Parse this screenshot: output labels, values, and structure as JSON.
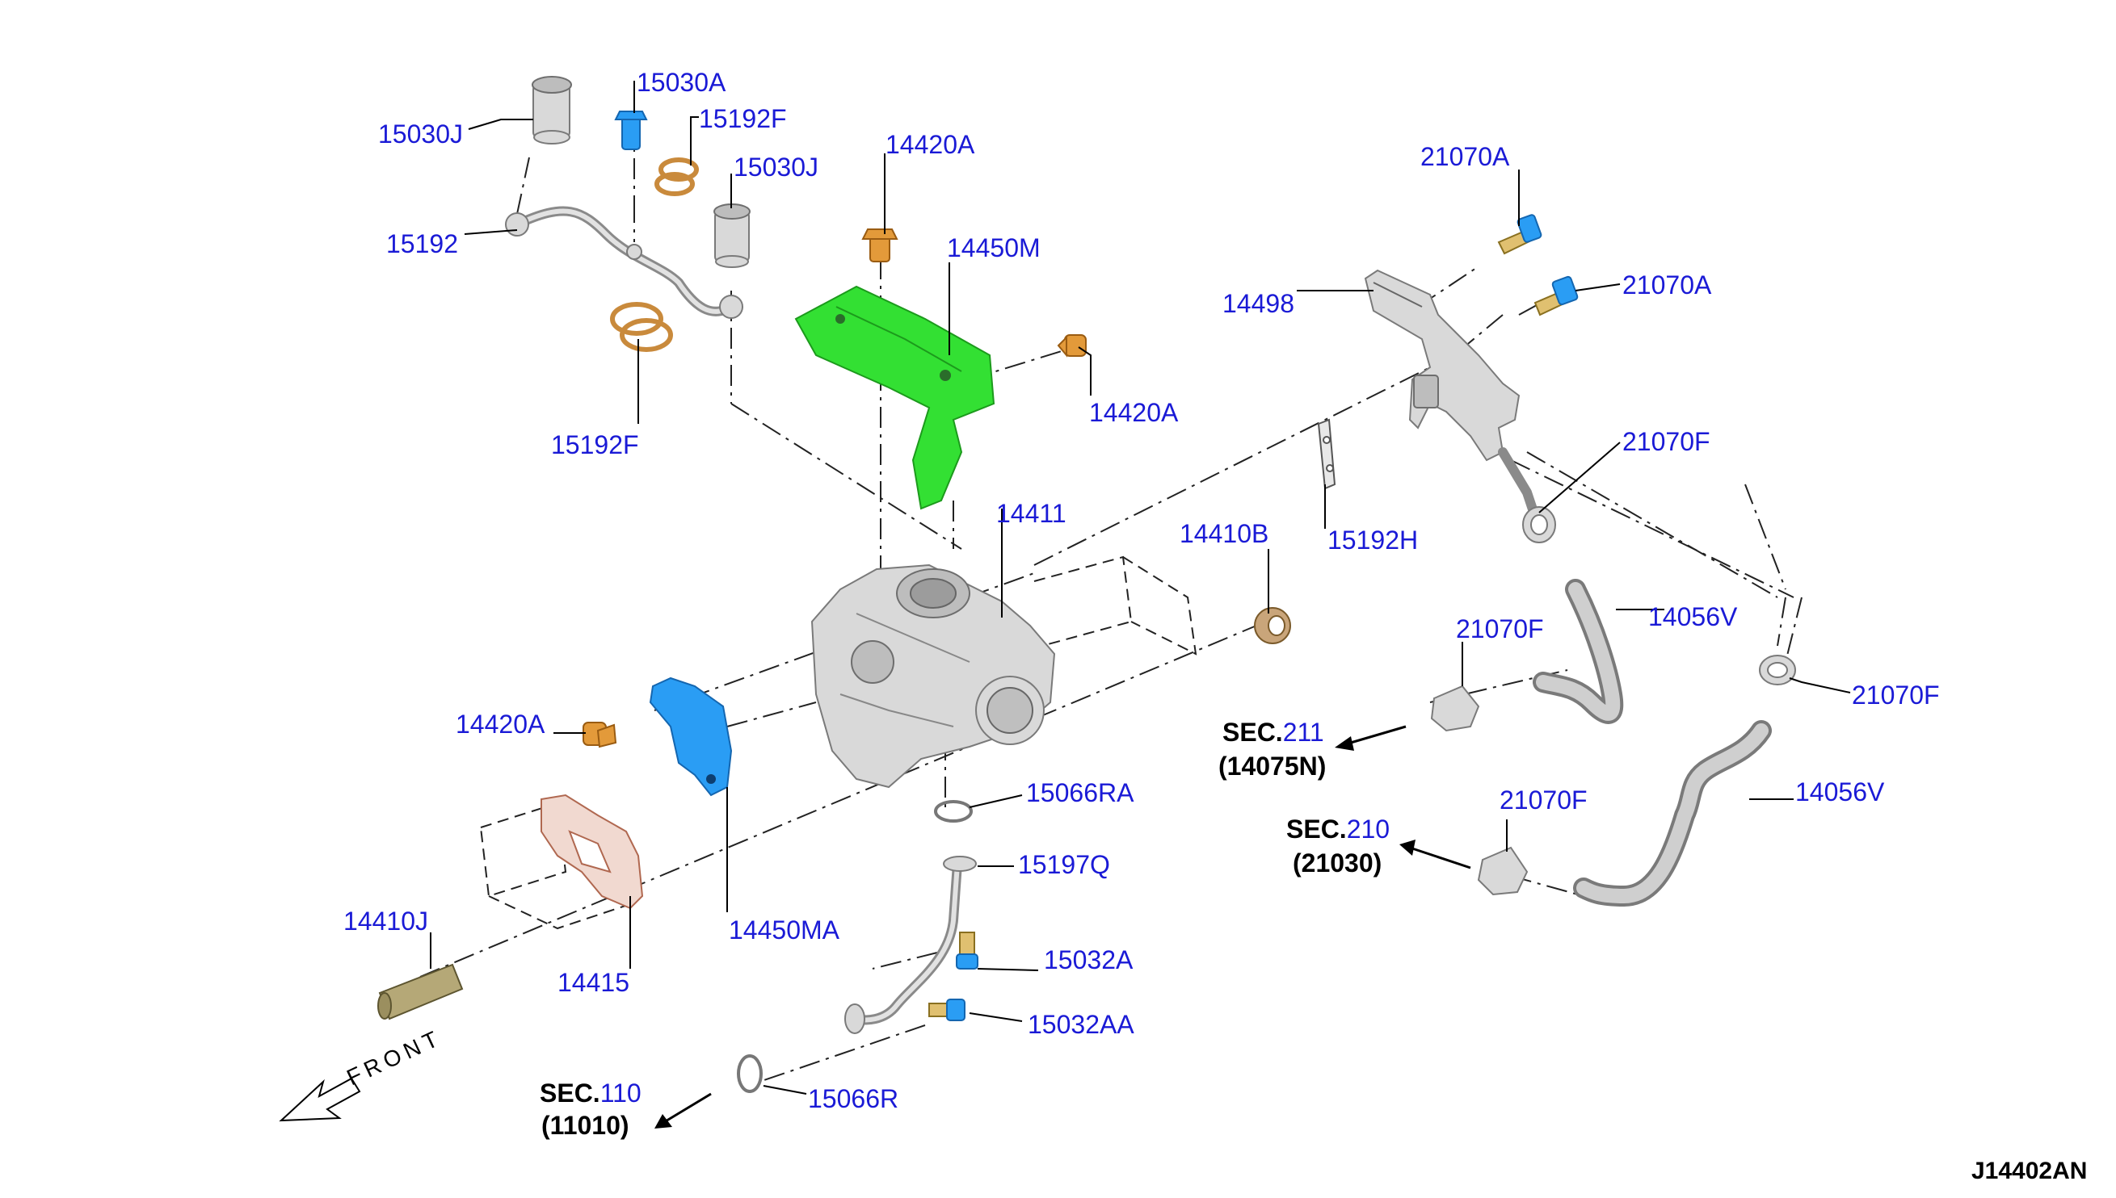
{
  "labels": {
    "l15030J_top": "15030J",
    "l15030A": "15030A",
    "l15192F_top": "15192F",
    "l15030J_mid": "15030J",
    "l15192": "15192",
    "l15192F_bot": "15192F",
    "l14420A_top": "14420A",
    "l14450M": "14450M",
    "l14420A_right": "14420A",
    "l14411": "14411",
    "l14410B": "14410B",
    "l15192H": "15192H",
    "l14498": "14498",
    "l21070A_top": "21070A",
    "l21070A_mid": "21070A",
    "l21070F_top": "21070F",
    "l21070F_mid": "21070F",
    "l21070F_right": "21070F",
    "l21070F_low": "21070F",
    "l14056V_mid": "14056V",
    "l14056V_low": "14056V",
    "l14420A_left": "14420A",
    "l14450MA": "14450MA",
    "l14415": "14415",
    "l14410J": "14410J",
    "l15066RA": "15066RA",
    "l15197Q": "15197Q",
    "l15032A": "15032A",
    "l15032AA": "15032AA",
    "l15066R": "15066R"
  },
  "sections": {
    "s211": {
      "prefix": "SEC.",
      "num": "211",
      "ref": "(14075N)"
    },
    "s210": {
      "prefix": "SEC.",
      "num": "210",
      "ref": "(21030)"
    },
    "s110": {
      "prefix": "SEC.",
      "num": "110",
      "ref": "(11010)"
    }
  },
  "front_text": "FRONT",
  "diagram_code": "J14402AN",
  "colors": {
    "label_blue": "#1a1ad6",
    "heat_shield_green": "#33e033",
    "heat_shield_blue": "#2a9df4",
    "gasket_copper": "#c98a3c"
  }
}
